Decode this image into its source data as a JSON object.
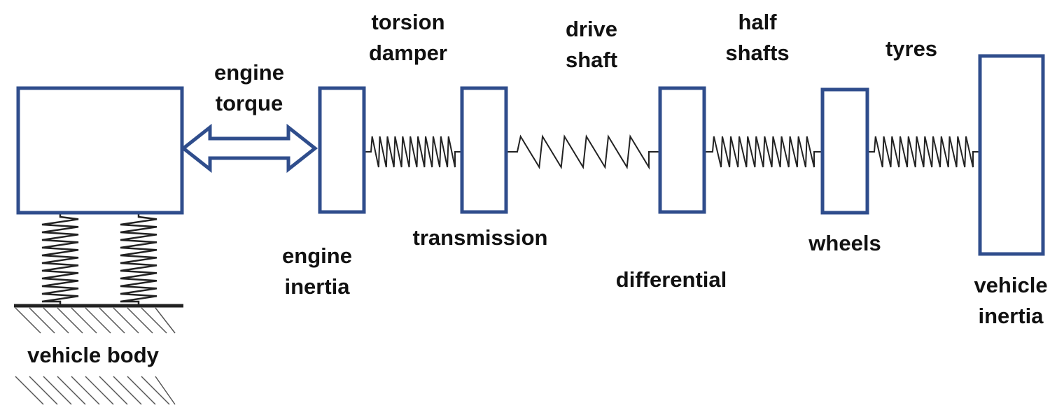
{
  "diagram": {
    "labels": {
      "engine_torque": [
        "engine",
        "torque"
      ],
      "torsion_damper": [
        "torsion",
        "damper"
      ],
      "drive_shaft": [
        "drive",
        "shaft"
      ],
      "half_shafts": [
        "half",
        "shafts"
      ],
      "tyres": "tyres",
      "engine_inertia": [
        "engine",
        "inertia"
      ],
      "transmission": "transmission",
      "differential": "differential",
      "wheels": "wheels",
      "vehicle_inertia": [
        "vehicle",
        "inertia"
      ],
      "vehicle_body": "vehicle body"
    },
    "colors": {
      "box_stroke": "#2f4d8c",
      "spring_stroke": "#222222",
      "label_text": "#111111"
    }
  }
}
